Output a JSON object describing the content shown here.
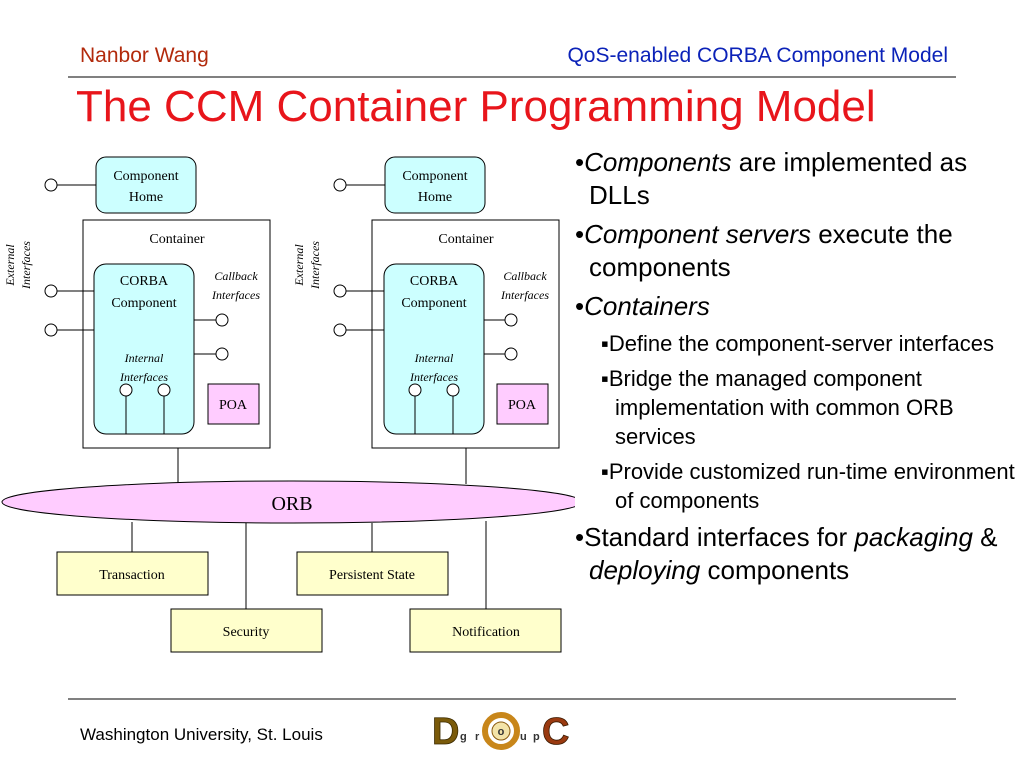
{
  "header": {
    "author": "Nanbor Wang",
    "talk_title": "QoS-enabled CORBA Component Model"
  },
  "slide": {
    "title": "The CCM Container Programming Model"
  },
  "diagram": {
    "component_home": [
      "Component",
      "Home"
    ],
    "container_label": "Container",
    "corba_component": [
      "CORBA",
      "Component"
    ],
    "callback_interfaces": [
      "Callback",
      "Interfaces"
    ],
    "internal_interfaces": [
      "Internal",
      "Interfaces"
    ],
    "external_interfaces": [
      "External",
      "Interfaces"
    ],
    "poa": "POA",
    "orb": "ORB",
    "services": {
      "transaction": "Transaction",
      "persistent_state": "Persistent State",
      "security": "Security",
      "notification": "Notification"
    }
  },
  "bullets": [
    {
      "level": 1,
      "marker": "•",
      "em": "Components",
      "text": " are implemented as DLLs"
    },
    {
      "level": 1,
      "marker": "•",
      "em": "Component servers",
      "text": " execute the components"
    },
    {
      "level": 1,
      "marker": "•",
      "em": "Containers",
      "text": ""
    },
    {
      "level": 2,
      "marker": "▪",
      "em": "",
      "text": "Define the component-server interfaces"
    },
    {
      "level": 2,
      "marker": "▪",
      "em": "",
      "text": "Bridge the managed component implementation with common ORB services"
    },
    {
      "level": 2,
      "marker": "▪",
      "em": "",
      "text": "Provide customized run-time environment of components"
    }
  ],
  "last_bullet": {
    "marker": "•",
    "t1": "Standard interfaces for ",
    "em1": "packaging",
    "t2": " & ",
    "em2": "deploying",
    "t3": " components"
  },
  "footer": {
    "institution": "Washington University, St. Louis"
  },
  "logo": {
    "letters": [
      "D",
      "g",
      "r",
      "o",
      "u",
      "p",
      "C"
    ]
  },
  "colors": {
    "title": "#e8151b",
    "author": "#b22a0c",
    "talk_title": "#0b22b8",
    "component_fill": "#ccffff",
    "poa_fill": "#ffccff",
    "orb_fill": "#ffccff",
    "service_fill": "#ffffcc"
  }
}
